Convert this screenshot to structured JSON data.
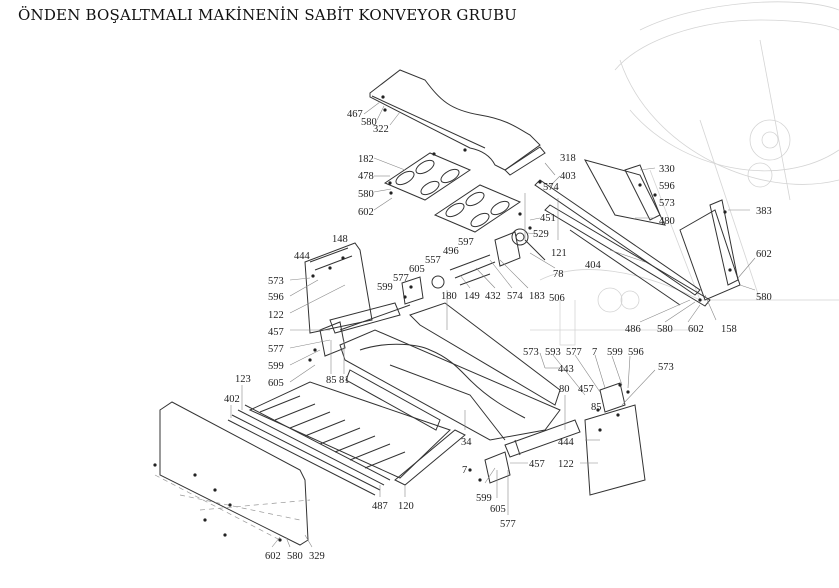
{
  "title": "ÖNDEN BOŞALTMALI MAKİNENİN SABİT KONVEYOR GRUBU",
  "part_labels": [
    {
      "id": "l467",
      "text": "467"
    },
    {
      "id": "l580a",
      "text": "580"
    },
    {
      "id": "l322",
      "text": "322"
    },
    {
      "id": "l182",
      "text": "182"
    },
    {
      "id": "l478",
      "text": "478"
    },
    {
      "id": "l580b",
      "text": "580"
    },
    {
      "id": "l602a",
      "text": "602"
    },
    {
      "id": "l318",
      "text": "318"
    },
    {
      "id": "l403",
      "text": "403"
    },
    {
      "id": "l330",
      "text": "330"
    },
    {
      "id": "l596a",
      "text": "596"
    },
    {
      "id": "l573a",
      "text": "573"
    },
    {
      "id": "l480",
      "text": "480"
    },
    {
      "id": "l383",
      "text": "383"
    },
    {
      "id": "l574a",
      "text": "574"
    },
    {
      "id": "l451",
      "text": "451"
    },
    {
      "id": "l529",
      "text": "529"
    },
    {
      "id": "l121",
      "text": "121"
    },
    {
      "id": "l78",
      "text": "78"
    },
    {
      "id": "l597",
      "text": "597"
    },
    {
      "id": "l496",
      "text": "496"
    },
    {
      "id": "l557",
      "text": "557"
    },
    {
      "id": "l605a",
      "text": "605"
    },
    {
      "id": "l577a",
      "text": "577"
    },
    {
      "id": "l599a",
      "text": "599"
    },
    {
      "id": "l180",
      "text": "180"
    },
    {
      "id": "l149",
      "text": "149"
    },
    {
      "id": "l432",
      "text": "432"
    },
    {
      "id": "l574b",
      "text": "574"
    },
    {
      "id": "l183",
      "text": "183"
    },
    {
      "id": "l506",
      "text": "506"
    },
    {
      "id": "l404",
      "text": "404"
    },
    {
      "id": "l602b",
      "text": "602"
    },
    {
      "id": "l580c",
      "text": "580"
    },
    {
      "id": "l158",
      "text": "158"
    },
    {
      "id": "l486",
      "text": "486"
    },
    {
      "id": "l580d",
      "text": "580"
    },
    {
      "id": "l602c",
      "text": "602"
    },
    {
      "id": "l148",
      "text": "148"
    },
    {
      "id": "l444a",
      "text": "444"
    },
    {
      "id": "l573b",
      "text": "573"
    },
    {
      "id": "l596b",
      "text": "596"
    },
    {
      "id": "l122a",
      "text": "122"
    },
    {
      "id": "l457a",
      "text": "457"
    },
    {
      "id": "l577b",
      "text": "577"
    },
    {
      "id": "l599b",
      "text": "599"
    },
    {
      "id": "l605b",
      "text": "605"
    },
    {
      "id": "l85a",
      "text": "85"
    },
    {
      "id": "l81",
      "text": "81"
    },
    {
      "id": "l123",
      "text": "123"
    },
    {
      "id": "l402",
      "text": "402"
    },
    {
      "id": "l573c",
      "text": "573"
    },
    {
      "id": "l593",
      "text": "593"
    },
    {
      "id": "l577c",
      "text": "577"
    },
    {
      "id": "l7a",
      "text": "7"
    },
    {
      "id": "l599c",
      "text": "599"
    },
    {
      "id": "l596c",
      "text": "596"
    },
    {
      "id": "l573d",
      "text": "573"
    },
    {
      "id": "l443",
      "text": "443"
    },
    {
      "id": "l80",
      "text": "80"
    },
    {
      "id": "l457b",
      "text": "457"
    },
    {
      "id": "l85b",
      "text": "85"
    },
    {
      "id": "l444b",
      "text": "444"
    },
    {
      "id": "l122b",
      "text": "122"
    },
    {
      "id": "l34",
      "text": "34"
    },
    {
      "id": "l7b",
      "text": "7"
    },
    {
      "id": "l457c",
      "text": "457"
    },
    {
      "id": "l599d",
      "text": "599"
    },
    {
      "id": "l605c",
      "text": "605"
    },
    {
      "id": "l577d",
      "text": "577"
    },
    {
      "id": "l487",
      "text": "487"
    },
    {
      "id": "l120",
      "text": "120"
    },
    {
      "id": "l602d",
      "text": "602"
    },
    {
      "id": "l580e",
      "text": "580"
    },
    {
      "id": "l329",
      "text": "329"
    }
  ]
}
